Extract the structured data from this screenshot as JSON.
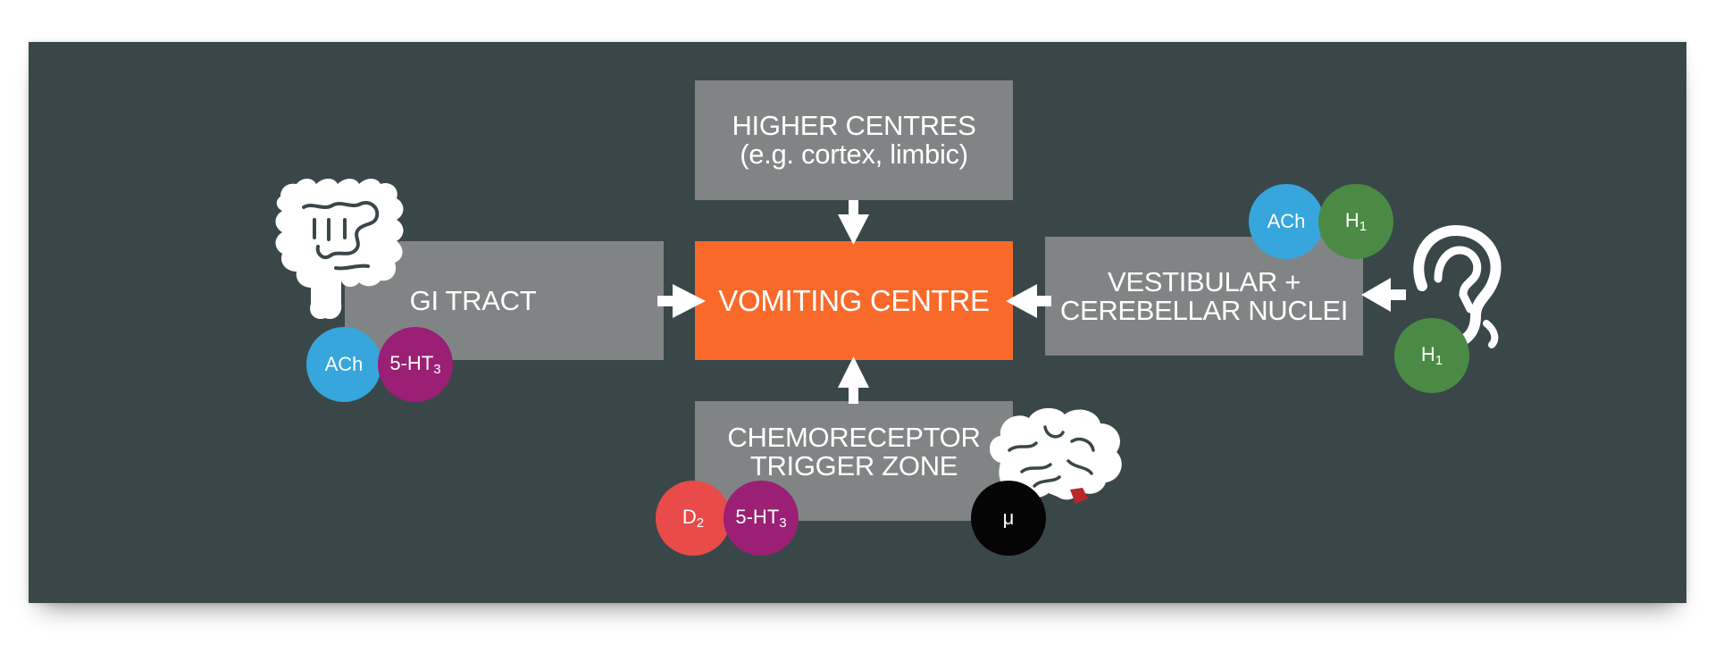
{
  "diagram": {
    "center": {
      "label": "VOMITING CENTRE"
    },
    "higher": {
      "line1": "HIGHER CENTRES",
      "line2": "(e.g. cortex, limbic)"
    },
    "gi": {
      "label": "GI TRACT"
    },
    "vestibular": {
      "line1": "VESTIBULAR +",
      "line2": "CEREBELLAR NUCLEI"
    },
    "ctz": {
      "line1": "CHEMORECEPTOR",
      "line2": "TRIGGER ZONE"
    }
  },
  "receptors": {
    "gi_ach": "ACh",
    "gi_5ht3": {
      "base": "5-HT",
      "sub": "3"
    },
    "vest_ach": "ACh",
    "vest_h1": {
      "base": "H",
      "sub": "1"
    },
    "ear_h1": {
      "base": "H",
      "sub": "1"
    },
    "ctz_d2": {
      "base": "D",
      "sub": "2"
    },
    "ctz_5ht3": {
      "base": "5-HT",
      "sub": "3"
    },
    "brain_mu": "μ"
  },
  "colors": {
    "background": "#3a4749",
    "box": "#818485",
    "center": "#f96a2a",
    "ach": "#36a6dd",
    "ht3": "#9b1f74",
    "h1": "#4b8a44",
    "d2": "#e94a4a",
    "mu": "#050505"
  },
  "icons": [
    "intestine-icon",
    "ear-icon",
    "brain-icon"
  ]
}
